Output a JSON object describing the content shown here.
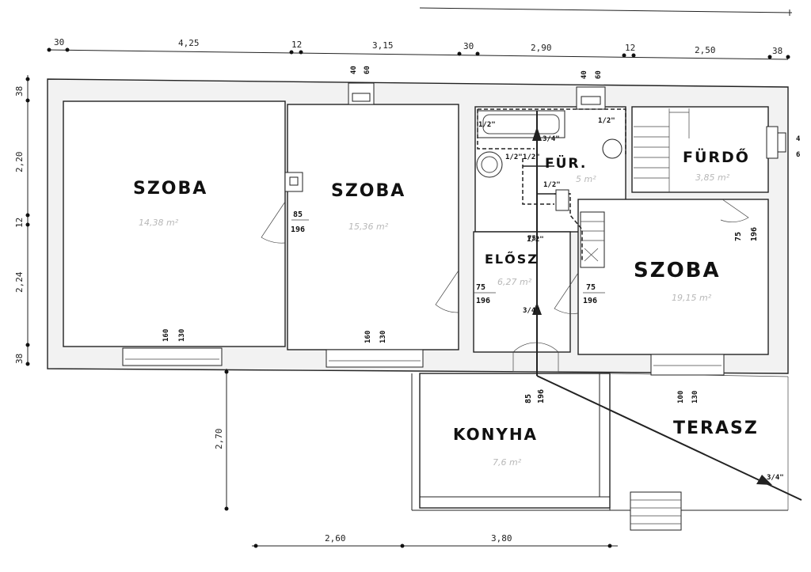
{
  "top_dims": [
    "30",
    "4,25",
    "12",
    "3,15",
    "30",
    "2,90",
    "12",
    "2,50",
    "38"
  ],
  "left_dims": [
    "38",
    "2,20",
    "12",
    "2,24",
    "38"
  ],
  "bottom_dims": [
    "2,60",
    "3,80"
  ],
  "vertical_dim": "2,70",
  "rooms": {
    "szoba1": {
      "name": "SZOBA",
      "area": "14,38 m²"
    },
    "szoba2": {
      "name": "SZOBA",
      "area": "15,36 m²"
    },
    "furdo_small": {
      "name": "FÜR.",
      "area": "5 m²"
    },
    "furdo": {
      "name": "FÜRDŐ",
      "area": "3,85 m²"
    },
    "eloszoba": {
      "name": "ELŐSZ",
      "area": "6,27 m²"
    },
    "szoba3": {
      "name": "SZOBA",
      "area": "19,15 m²"
    },
    "konyha": {
      "name": "KONYHA",
      "area": "7,6 m²"
    },
    "terasz": {
      "name": "TERASZ"
    }
  },
  "openings": {
    "chimney1": {
      "a": "40",
      "b": "60"
    },
    "chimney2": {
      "a": "40",
      "b": "60"
    },
    "vent": {
      "a": "4",
      "b": "6"
    },
    "win1": {
      "a": "160",
      "b": "130"
    },
    "win2": {
      "a": "160",
      "b": "130"
    },
    "win3": {
      "a": "100",
      "b": "130"
    },
    "door1": {
      "a": "85",
      "b": "196"
    },
    "door2": {
      "a": "75",
      "b": "196"
    },
    "door3": {
      "a": "75",
      "b": "196"
    },
    "door4": {
      "a": "75",
      "b": "196"
    },
    "door5": {
      "a": "85",
      "b": "196"
    },
    "door_small": "75"
  },
  "pipes": [
    "1/2\"",
    "1/2\"",
    "3/4\"",
    "1/2\"",
    "1/2\"",
    "1/2\"",
    "1/2\"",
    "3/4\"",
    "3/4\""
  ]
}
